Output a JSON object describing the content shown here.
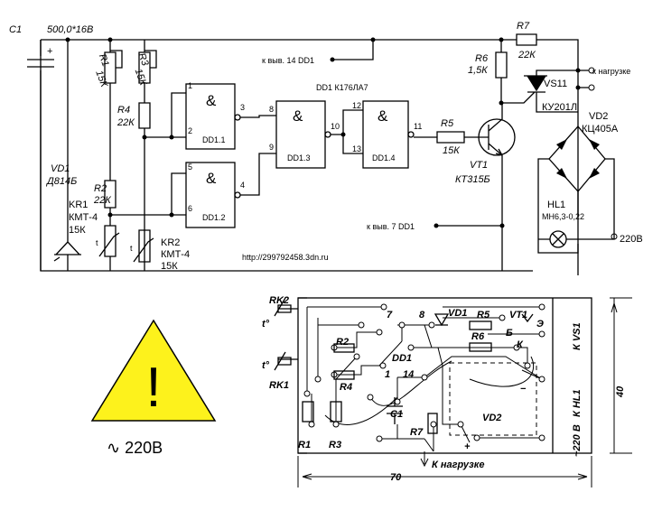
{
  "schematic": {
    "c1": "C1",
    "c1_value": "500,0*16В",
    "r1": "R1",
    "r1_value": "15К",
    "r3": "R3",
    "r3_value": "15К",
    "r4": "R4",
    "r4_value": "22К",
    "r2": "R2",
    "r2_value": "22К",
    "vd1": "VD1",
    "vd1_type": "Д814Б",
    "kr1": "KR1",
    "kr1_type": "КМТ-4",
    "kr1_value": "15К",
    "kr2": "KR2",
    "kr2_type": "КМТ-4",
    "kr2_value": "15К",
    "thermal_mark": "t",
    "pin14_note": "к выв. 14 DD1",
    "pin7_note": "к выв. 7 DD1",
    "chip_note": "DD1 К176ЛА7",
    "gate_symbol": "&",
    "dd1_1": "DD1.1",
    "dd1_2": "DD1.2",
    "dd1_3": "DD1.3",
    "dd1_4": "DD1.4",
    "pins": [
      "1",
      "2",
      "3",
      "5",
      "6",
      "4",
      "8",
      "9",
      "10",
      "12",
      "13",
      "11"
    ],
    "r5": "R5",
    "r5_value": "15К",
    "r6": "R6",
    "r6_value": "1,5К",
    "r7": "R7",
    "r7_value": "22К",
    "vt1": "VT1",
    "vt1_type": "КТ315Б",
    "vs1": "VS11",
    "vs1_type": "КУ201Л",
    "load_note": "к нагрузке",
    "vd2": "VD2",
    "vd2_type": "КЦ405А",
    "hl1": "HL1",
    "hl1_type": "МН6,3-0,22",
    "mains": "220В",
    "url": "http://299792458.3dn.ru"
  },
  "warning": {
    "mark": "!",
    "voltage": "∿ 220В",
    "fill_color": "#fdf21c",
    "mark_color": "#000000"
  },
  "pcb": {
    "rk2": "RK2",
    "rk1": "RK1",
    "t1": "t°",
    "t2": "t°",
    "r1": "R1",
    "r2": "R2",
    "r3": "R3",
    "r4": "R4",
    "r5": "R5",
    "r6": "R6",
    "r7": "R7",
    "c1": "C1",
    "vd1": "VD1",
    "vd2": "VD2",
    "vt1": "VT1",
    "dd1": "DD1",
    "k": "К",
    "e": "Э",
    "b": "Б",
    "pin7": "7",
    "pin8": "8",
    "pin1": "1",
    "pin14": "14",
    "plus": "+",
    "minus": "−",
    "dim_width": "70",
    "dim_height": "40",
    "load": "К нагрузке",
    "right_labels": [
      "К  VS1",
      "К  HL1",
      "~220 В"
    ]
  }
}
